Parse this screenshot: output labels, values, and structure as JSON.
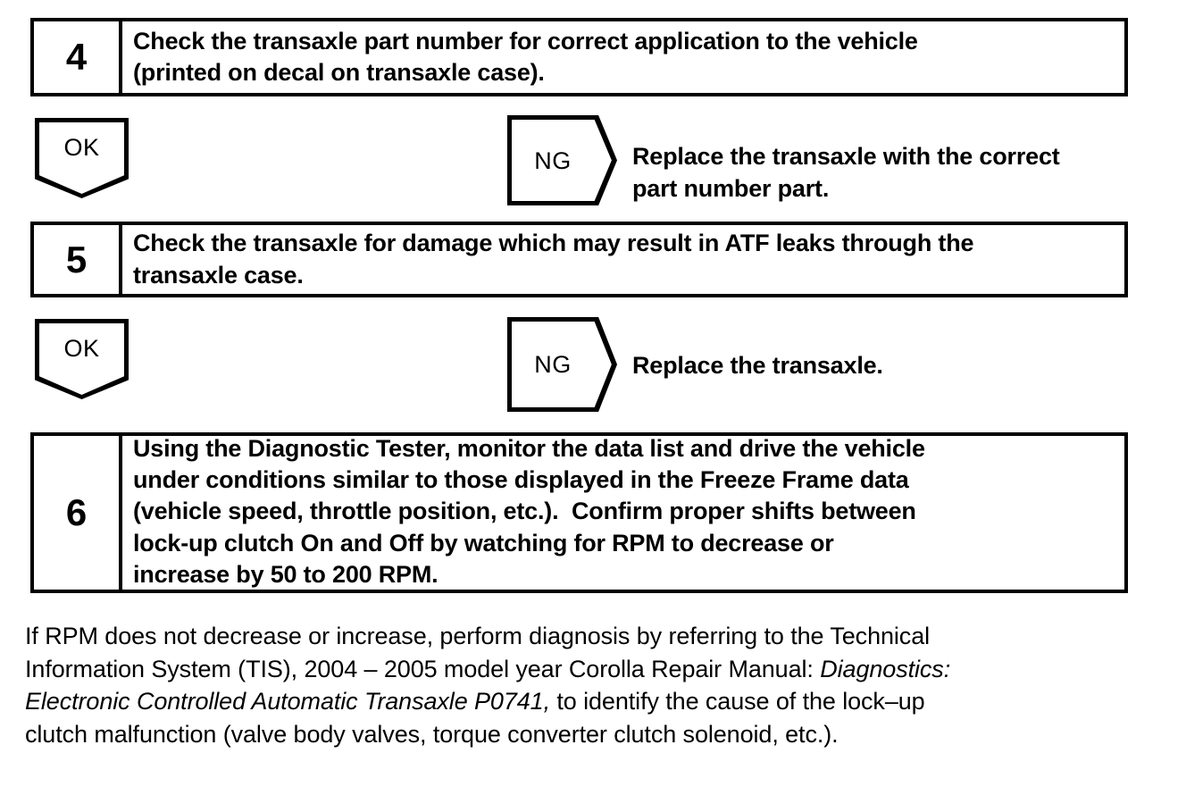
{
  "document": {
    "type": "diagnostic-flowchart",
    "background_color": "#ffffff",
    "line_color": "#000000"
  },
  "steps": [
    {
      "number": "4",
      "lines": [
        "Check the transaxle part number for correct application to the vehicle",
        "(printed on decal on transaxle case)."
      ]
    },
    {
      "number": "5",
      "lines": [
        "Check the transaxle for damage which may result in ATF leaks through the",
        "transaxle case."
      ]
    },
    {
      "number": "6",
      "lines": [
        "Using the Diagnostic Tester, monitor the data list and drive the vehicle",
        "under conditions similar to those displayed in the Freeze Frame data",
        "(vehicle speed, throttle position, etc.).  Confirm proper shifts between",
        "lock-up clutch On and Off by watching for RPM to decrease or",
        "increase by 50 to 200 RPM."
      ]
    }
  ],
  "branches": [
    {
      "ok_label": "OK",
      "ng_label": "NG",
      "ng_result_lines": [
        "Replace the transaxle with the correct",
        "part number part."
      ]
    },
    {
      "ok_label": "OK",
      "ng_label": "NG",
      "ng_result_lines": [
        "Replace the transaxle."
      ]
    }
  ],
  "footer_note": {
    "lines": [
      [
        {
          "text": "If RPM does not decrease or increase, perform diagnosis by referring to the Technical",
          "style": "normal"
        }
      ],
      [
        {
          "text": "Information System (TIS), 2004 – 2005 model year Corolla Repair Manual: ",
          "style": "normal"
        },
        {
          "text": "Diagnostics:",
          "style": "italic"
        }
      ],
      [
        {
          "text": "Electronic Controlled Automatic Transaxle P0741,",
          "style": "italic"
        },
        {
          "text": " to identify the cause of the lock–up",
          "style": "normal"
        }
      ],
      [
        {
          "text": "clutch malfunction (valve body valves, torque converter clutch solenoid, etc.).",
          "style": "normal"
        }
      ]
    ]
  }
}
